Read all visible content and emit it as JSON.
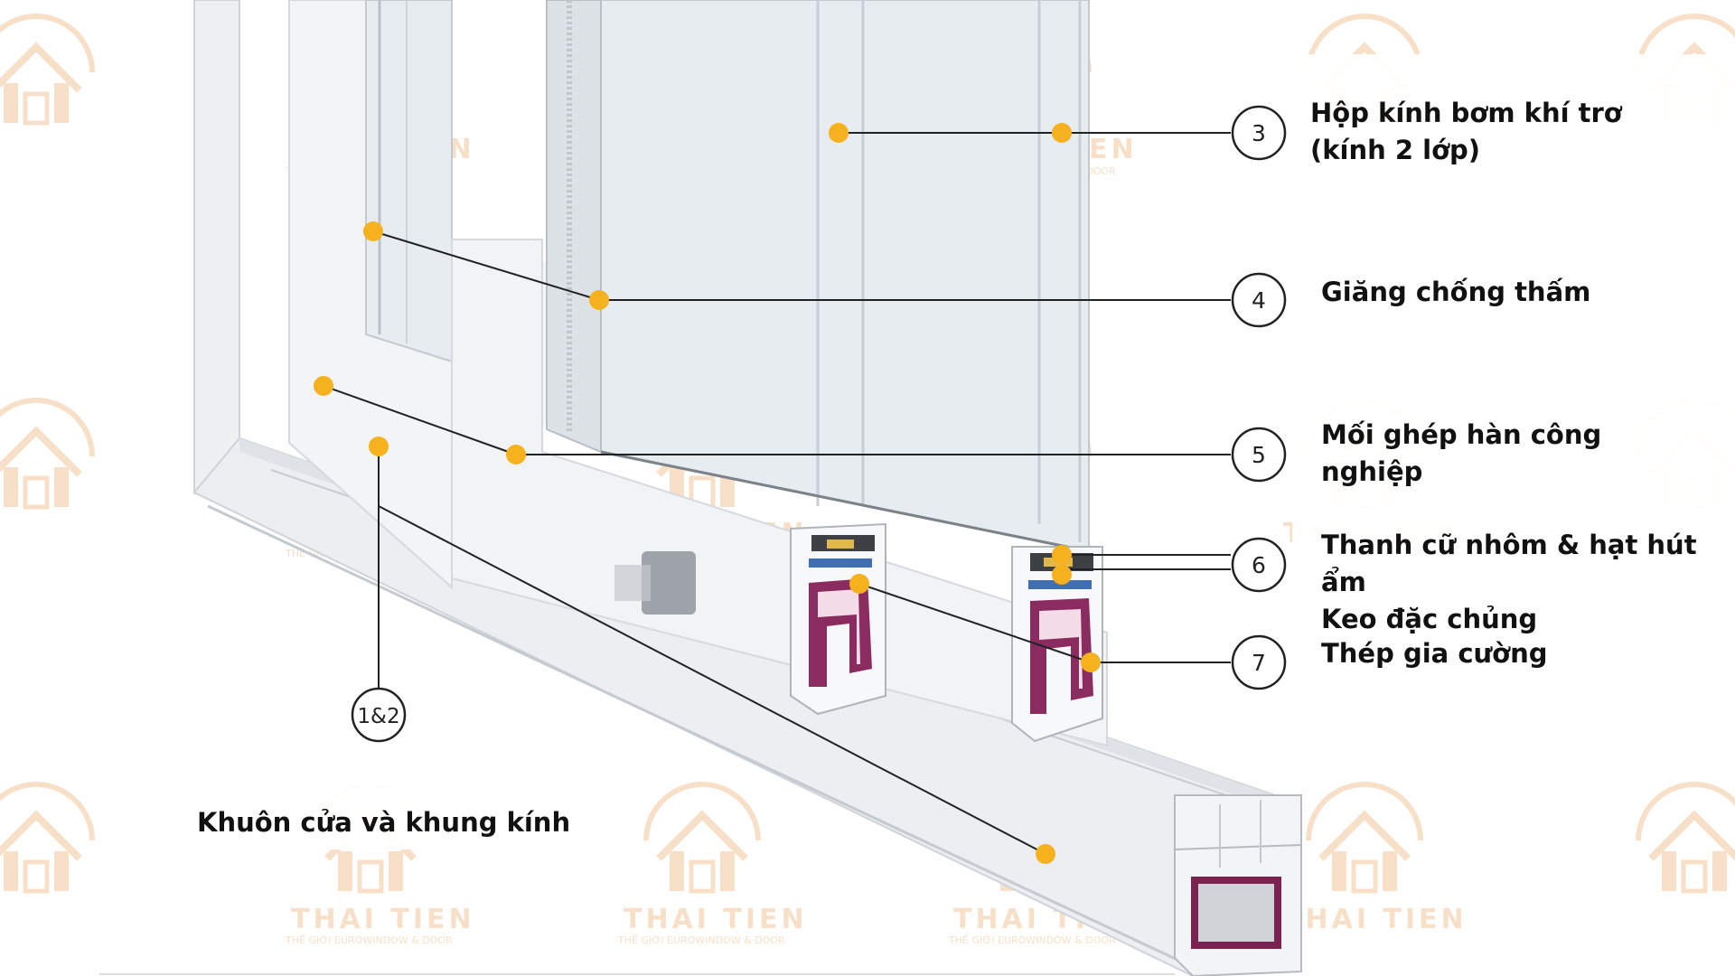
{
  "diagram": {
    "colors": {
      "background": "#ffffff",
      "profile": "#eef0f2",
      "profile_shadow": "#cfd3d8",
      "glass": "#e7ecf1",
      "dot": "#f6b11f",
      "line": "#222222",
      "watermark": "#f3c79b",
      "steel": "#8a2c5f",
      "seal": "#3f6fb0"
    },
    "watermark": {
      "brand": "THAI TIEN",
      "tagline": "THẾ GIỚI EUROWINDOW & DOOR"
    },
    "markers": [
      {
        "id": "m3",
        "number": "3"
      },
      {
        "id": "m4",
        "number": "4"
      },
      {
        "id": "m5",
        "number": "5"
      },
      {
        "id": "m6",
        "number": "6"
      },
      {
        "id": "m7",
        "number": "7"
      },
      {
        "id": "m12",
        "number": "1&2"
      }
    ],
    "labels": {
      "glass_unit": [
        "Hộp kính bơm khí trơ",
        "(kính 2 lớp)"
      ],
      "gasket": [
        "Giăng chống thấm"
      ],
      "welded_joint": [
        "Mối ghép hàn công",
        "nghiệp"
      ],
      "spacer": [
        "Thanh cữ nhôm & hạt hút ẩm",
        "Keo đặc chủng"
      ],
      "steel": [
        "Thép gia cường"
      ],
      "frame_and_sash": [
        "Khuôn cửa và khung kính"
      ]
    }
  }
}
